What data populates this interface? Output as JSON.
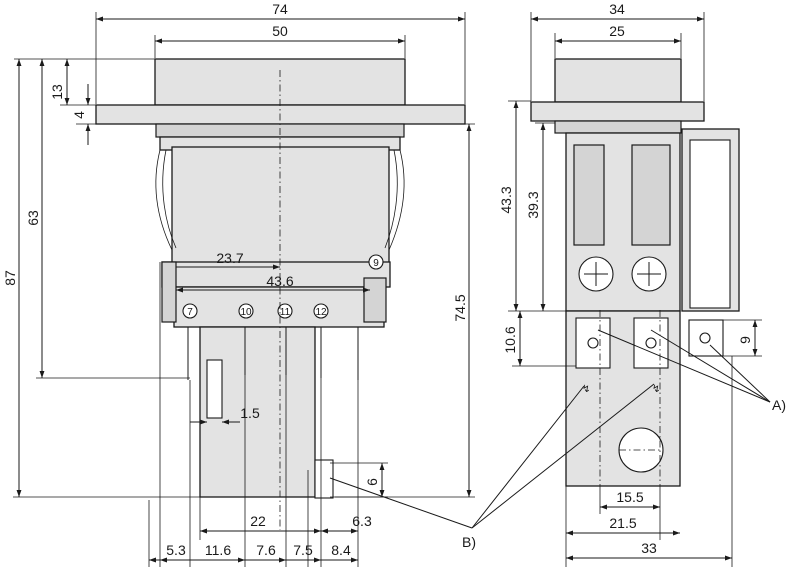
{
  "front_view": {
    "dims": {
      "overall_width": "74",
      "bezel_width": "50",
      "bezel_height": "13",
      "flange_thickness": "4",
      "height_63": "63",
      "overall_height": "87",
      "depth_74_5": "74.5",
      "offset_23_7": "23.7",
      "pin_span_43_6": "43.6",
      "pin_gap_1_5": "1.5",
      "span_22": "22",
      "span_6_3": "6.3",
      "span_5_3": "5.3",
      "span_11_6": "11.6",
      "span_7_6": "7.6",
      "span_7_5": "7.5",
      "span_8_4": "8.4",
      "height_6": "6"
    },
    "pins": [
      "7",
      "10",
      "11",
      "12",
      "9"
    ]
  },
  "side_view": {
    "dims": {
      "overall_width": "34",
      "bezel_width": "25",
      "height_43_3": "43.3",
      "height_39_3": "39.3",
      "height_10_6": "10.6",
      "height_9": "9",
      "width_15_5": "15.5",
      "width_21_5": "21.5",
      "width_33": "33"
    }
  },
  "callouts": {
    "a_label": "A)",
    "b_label": "B)"
  }
}
